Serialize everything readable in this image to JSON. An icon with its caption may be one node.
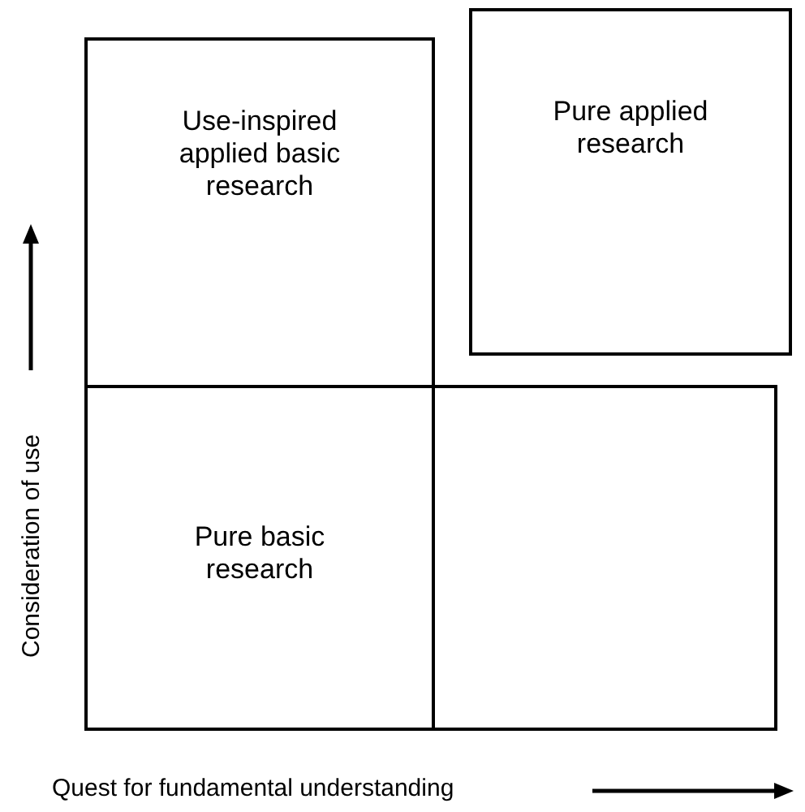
{
  "diagram": {
    "nodes": [
      {
        "text": [
          "Use-inspired applied basic research"
        ]
      },
      {
        "text": [
          "Pure applied research"
        ]
      },
      {
        "text": [
          "Pure basic research"
        ]
      },
      {
        "text": [],
        "shape": "box"
      }
    ],
    "labels": [
      "Consideration of use",
      "Quest for fundamental understanding"
    ]
  }
}
